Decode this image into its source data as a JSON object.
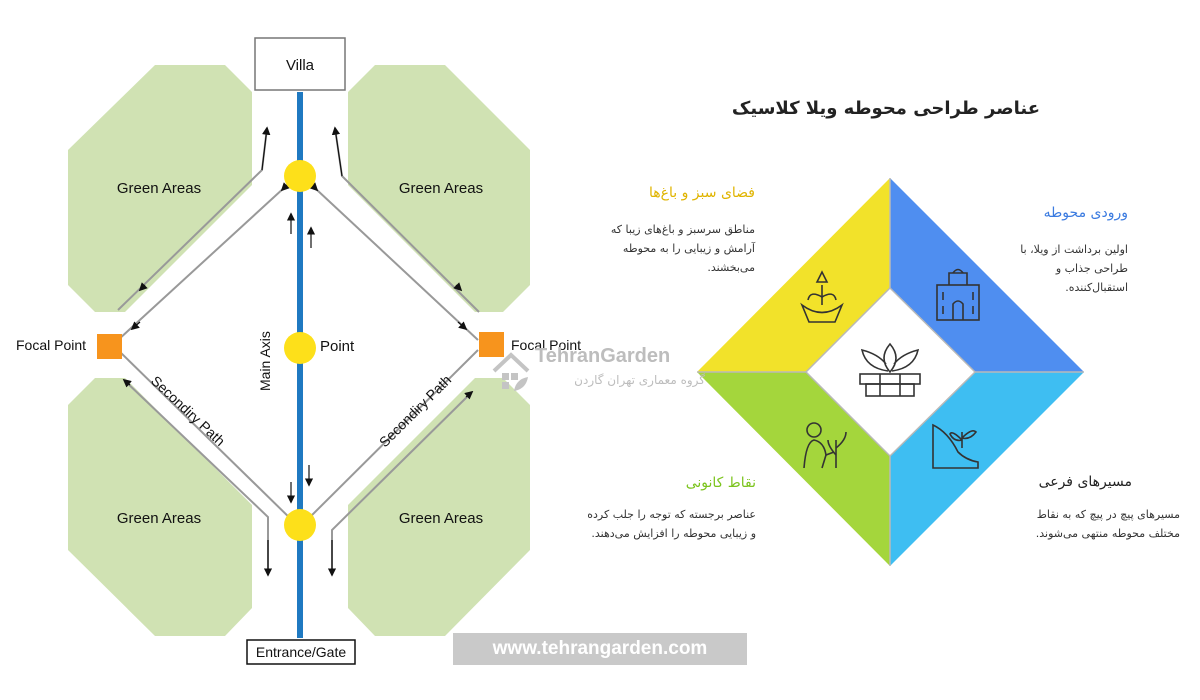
{
  "left_diagram": {
    "villa_label": "Villa",
    "entrance_label": "Entrance/Gate",
    "main_axis_label": "Main Axis",
    "point_label": "Point",
    "focal_left_label": "Focal Point",
    "focal_right_label": "Focal Point",
    "secondary_path_left": "Secondiry Path",
    "secondary_path_right": "Secondiry Path",
    "green_areas": [
      "Green Areas",
      "Green Areas",
      "Green Areas",
      "Green Areas"
    ],
    "colors": {
      "green": "#d0e2b3",
      "axis": "#1f79c1",
      "point": "#fde01a",
      "focal": "#f7941d",
      "path": "#999999"
    }
  },
  "watermark": {
    "brand": "TehranGarden",
    "subtitle": "گروه معماری تهران گاردن"
  },
  "right_diagram": {
    "title": "عناصر طراحی محوطه ویلا کلاسیک",
    "sections": {
      "green_spaces": {
        "heading": "فضای سبز و باغ‌ها",
        "text": "مناطق سرسبز و باغ‌های زیبا که آرامش و زیبایی را به محوطه می‌بخشند."
      },
      "entrance": {
        "heading": "ورودی محوطه",
        "text": "اولین برداشت از ویلا، با طراحی جذاب و استقبال‌کننده."
      },
      "focal_points": {
        "heading": "نقاط کانونی",
        "text": "عناصر برجسته که توجه را جلب کرده و زیبایی محوطه را افزایش می‌دهند."
      },
      "secondary_paths": {
        "heading": "مسیرهای فرعی",
        "text": "مسیرهای پیچ در پیچ که به نقاط مختلف محوطه منتهی می‌شوند."
      }
    },
    "icons": [
      "plant-pot-icon",
      "villa-building-icon",
      "lotus-icon",
      "gardener-icon",
      "mountain-plant-icon"
    ],
    "colors": {
      "yellow": "#f2e22a",
      "blue": "#4f8ef0",
      "green": "#a4d63c",
      "cyan": "#3ebef2",
      "heading_yellow": "#e0b400",
      "heading_blue": "#3b7be0",
      "heading_green": "#7cc41e"
    }
  },
  "footer": {
    "website": "www.tehrangarden.com"
  }
}
